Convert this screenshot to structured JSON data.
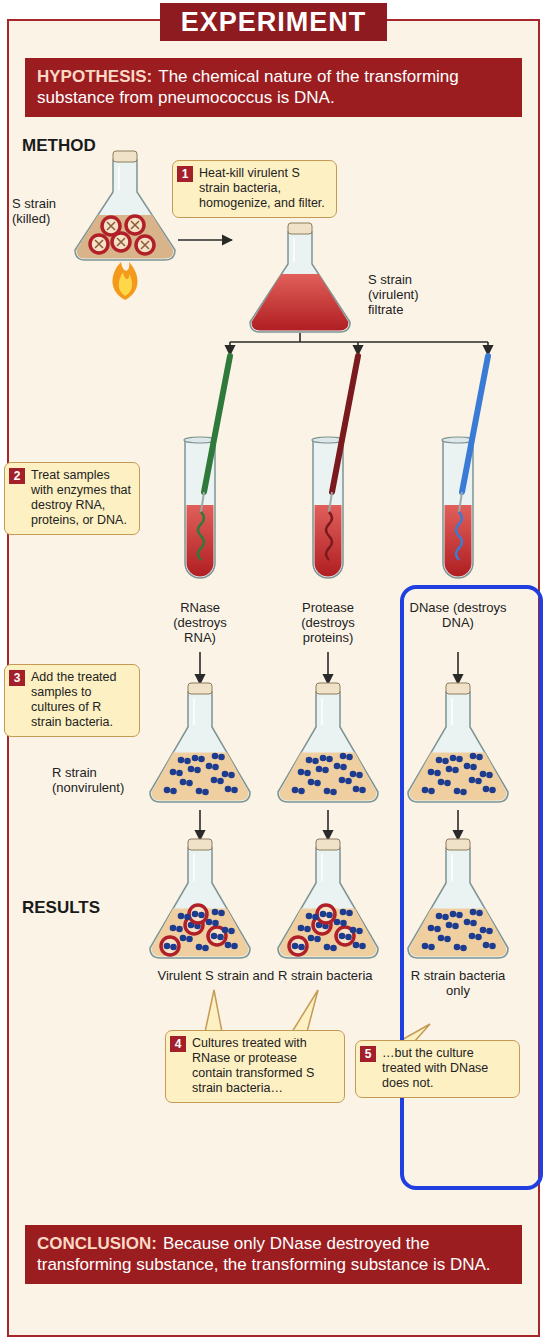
{
  "diagram": {
    "title": "EXPERIMENT",
    "nodes": [
      {
        "text": [
          "HYPOTHESIS:",
          "The chemical nature of the transforming substance from pneumococcus is DNA."
        ]
      },
      {
        "text": [
          "1",
          "Heat-kill virulent S strain bacteria, homogenize, and filter."
        ]
      },
      {
        "text": [
          "2",
          "Treat samples with enzymes that destroy RNA, proteins, or DNA."
        ]
      },
      {
        "text": [
          "3",
          "Add the treated samples to cultures of R strain bacteria."
        ]
      },
      {
        "text": [
          "DNase (destroys DNA)",
          "R strain bacteria only"
        ]
      },
      {
        "text": [
          "4",
          "Cultures treated with RNase or protease contain transformed S strain bacteria…"
        ]
      },
      {
        "text": [
          "5",
          "…but the culture treated with DNase does not."
        ]
      },
      {
        "text": [
          "CONCLUSION:",
          "Because only DNase destroyed the transforming substance, the transforming substance is DNA."
        ]
      }
    ],
    "labels": [
      "METHOD",
      "S strain (killed)",
      "S strain (virulent) filtrate",
      "RNase (destroys RNA)",
      "Protease (destroys proteins)",
      "R strain (nonvirulent)",
      "RESULTS",
      "Virulent S strain and R strain bacteria"
    ]
  }
}
